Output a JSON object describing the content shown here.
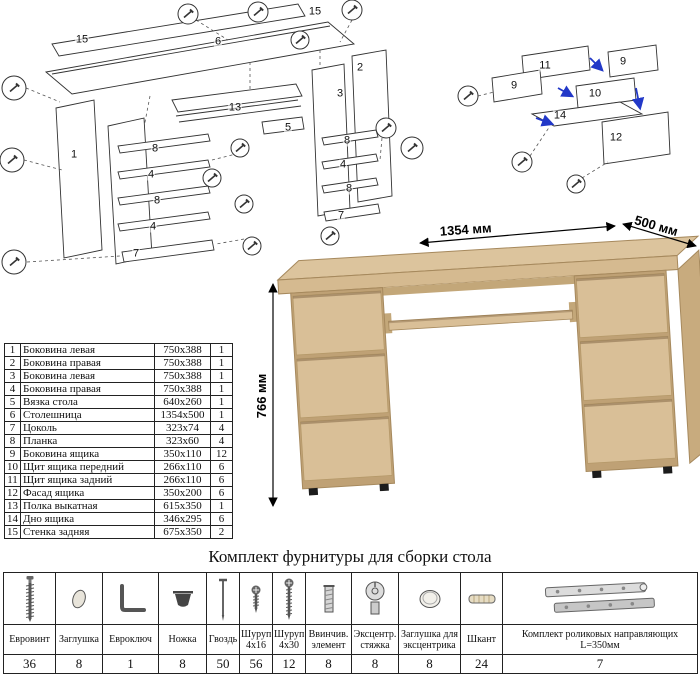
{
  "assembly_diagram_left": {
    "labels": [
      "15",
      "6",
      "15",
      "1",
      "13",
      "2",
      "3",
      "8",
      "4",
      "8",
      "4",
      "7",
      "8",
      "4",
      "8",
      "7",
      "5"
    ]
  },
  "assembly_diagram_right": {
    "labels": [
      "11",
      "9",
      "9",
      "10",
      "14",
      "12"
    ]
  },
  "desk": {
    "dim_width": "1354 мм",
    "dim_depth": "500 мм",
    "dim_height": "766 мм"
  },
  "parts_table": {
    "rows": [
      {
        "n": "1",
        "name": "Боковина левая",
        "size": "750x388",
        "qty": "1"
      },
      {
        "n": "2",
        "name": "Боковина правая",
        "size": "750x388",
        "qty": "1"
      },
      {
        "n": "3",
        "name": "Боковина левая",
        "size": "750x388",
        "qty": "1"
      },
      {
        "n": "4",
        "name": "Боковина правая",
        "size": "750x388",
        "qty": "1"
      },
      {
        "n": "5",
        "name": "Вязка стола",
        "size": "640x260",
        "qty": "1"
      },
      {
        "n": "6",
        "name": "Столешница",
        "size": "1354x500",
        "qty": "1"
      },
      {
        "n": "7",
        "name": "Цоколь",
        "size": "323x74",
        "qty": "4"
      },
      {
        "n": "8",
        "name": "Планка",
        "size": "323x60",
        "qty": "4"
      },
      {
        "n": "9",
        "name": "Боковина ящика",
        "size": "350x110",
        "qty": "12"
      },
      {
        "n": "10",
        "name": "Щит ящика передний",
        "size": "266x110",
        "qty": "6"
      },
      {
        "n": "11",
        "name": "Щит ящика задний",
        "size": "266x110",
        "qty": "6"
      },
      {
        "n": "12",
        "name": "Фасад ящика",
        "size": "350x200",
        "qty": "6"
      },
      {
        "n": "13",
        "name": "Полка выкатная",
        "size": "615x350",
        "qty": "1"
      },
      {
        "n": "14",
        "name": "Дно ящика",
        "size": "346x295",
        "qty": "6"
      },
      {
        "n": "15",
        "name": "Стенка задняя",
        "size": "675x350",
        "qty": "2"
      }
    ]
  },
  "hardware": {
    "title": "Комплект фурнитуры для сборки стола",
    "items": [
      {
        "label": "Евровинт",
        "qty": "36",
        "icon": "euro-screw-icon"
      },
      {
        "label": "Заглушка",
        "qty": "8",
        "icon": "plug-icon"
      },
      {
        "label": "Евроключ",
        "qty": "1",
        "icon": "hex-key-icon"
      },
      {
        "label": "Ножка",
        "qty": "8",
        "icon": "furniture-leg-icon"
      },
      {
        "label": "Гвоздь",
        "qty": "50",
        "icon": "nail-icon"
      },
      {
        "label": "Шуруп 4x16",
        "qty": "56",
        "icon": "screw-4x16-icon"
      },
      {
        "label": "Шуруп 4x30",
        "qty": "12",
        "icon": "screw-4x30-icon"
      },
      {
        "label": "Ввинчив. элемент",
        "qty": "8",
        "icon": "screw-in-element-icon"
      },
      {
        "label": "Эксцентр. стяжка",
        "qty": "8",
        "icon": "eccentric-cam-icon"
      },
      {
        "label": "Заглушка для эксцентрика",
        "qty": "8",
        "icon": "eccentric-cap-icon"
      },
      {
        "label": "Шкант",
        "qty": "24",
        "icon": "wood-dowel-icon"
      },
      {
        "label": "Комплект роликовых направляющих L=350мм",
        "qty": "7",
        "icon": "roller-guides-icon"
      }
    ]
  }
}
